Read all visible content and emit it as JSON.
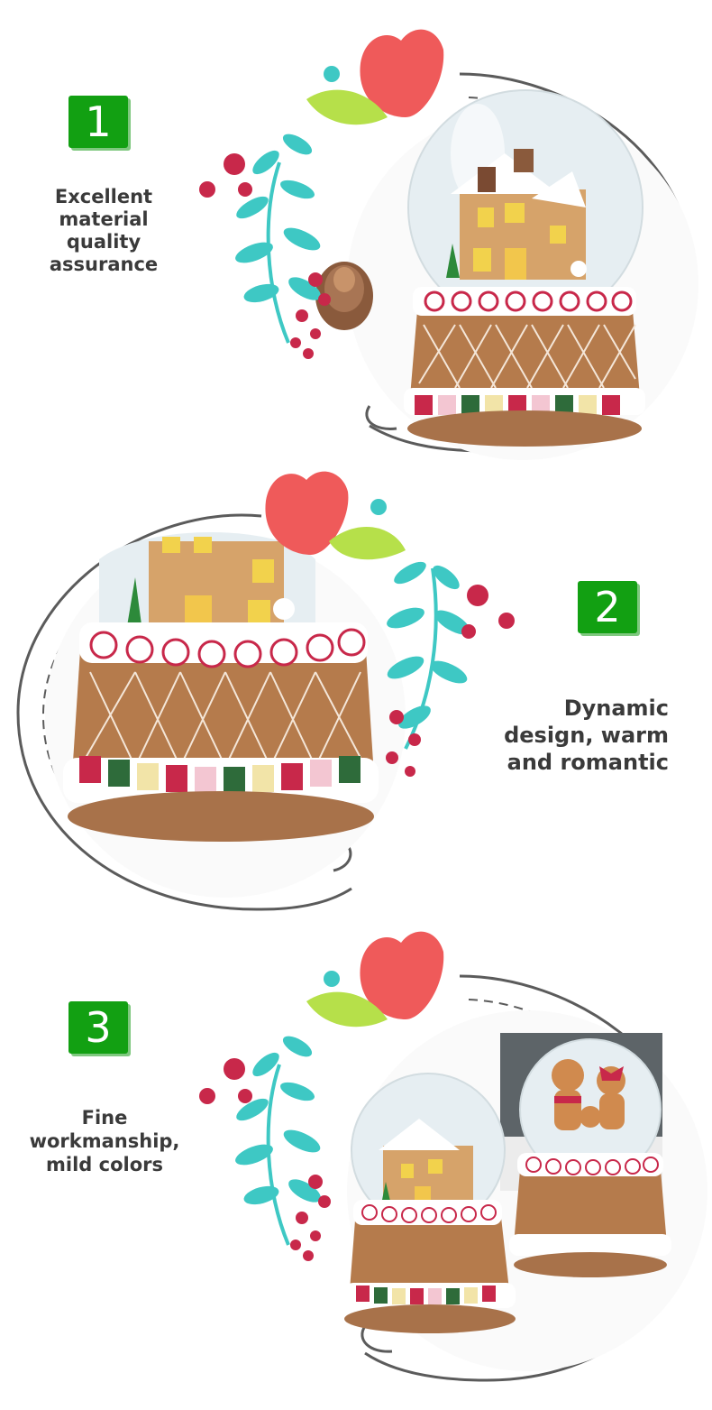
{
  "sections": [
    {
      "number": "1",
      "caption": [
        "Excellent",
        "material",
        "quality",
        "assurance"
      ]
    },
    {
      "number": "2",
      "caption": [
        "Dynamic",
        "design, warm",
        "and romantic"
      ]
    },
    {
      "number": "3",
      "caption": [
        "Fine",
        "workmanship,",
        "mild colors"
      ]
    }
  ],
  "colors": {
    "badge_green": "#12a012",
    "leaf_teal": "#3ec8c4",
    "berry_red": "#c8284a",
    "petal_coral": "#ef5a5a",
    "leaf_lime": "#b6e04a",
    "cake_brown": "#b57b4c"
  }
}
